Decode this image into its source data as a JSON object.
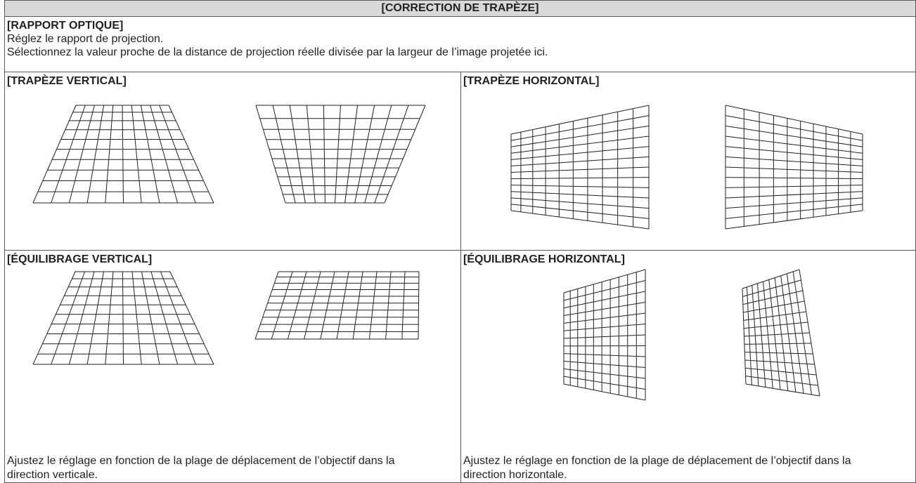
{
  "header": {
    "title": "[CORRECTION DE TRAPÈZE]"
  },
  "optical_ratio": {
    "title": "[RAPPORT OPTIQUE]",
    "line1": "Réglez le rapport de projection.",
    "line2": "Sélectionnez la valeur proche de la distance de projection réelle divisée par la largeur de l’image projetée ici."
  },
  "vertical_keystone": {
    "title": "[TRAPÈZE VERTICAL]"
  },
  "horizontal_keystone": {
    "title": "[TRAPÈZE HORIZONTAL]"
  },
  "vertical_balance": {
    "title": "[ÉQUILIBRAGE VERTICAL]",
    "description": "Ajustez le réglage en fonction de la plage de déplacement de l’objectif dans la direction verticale."
  },
  "horizontal_balance": {
    "title": "[ÉQUILIBRAGE HORIZONTAL]",
    "description": "Ajustez le réglage en fonction de la plage de déplacement de l’objectif dans la direction horizontale."
  }
}
